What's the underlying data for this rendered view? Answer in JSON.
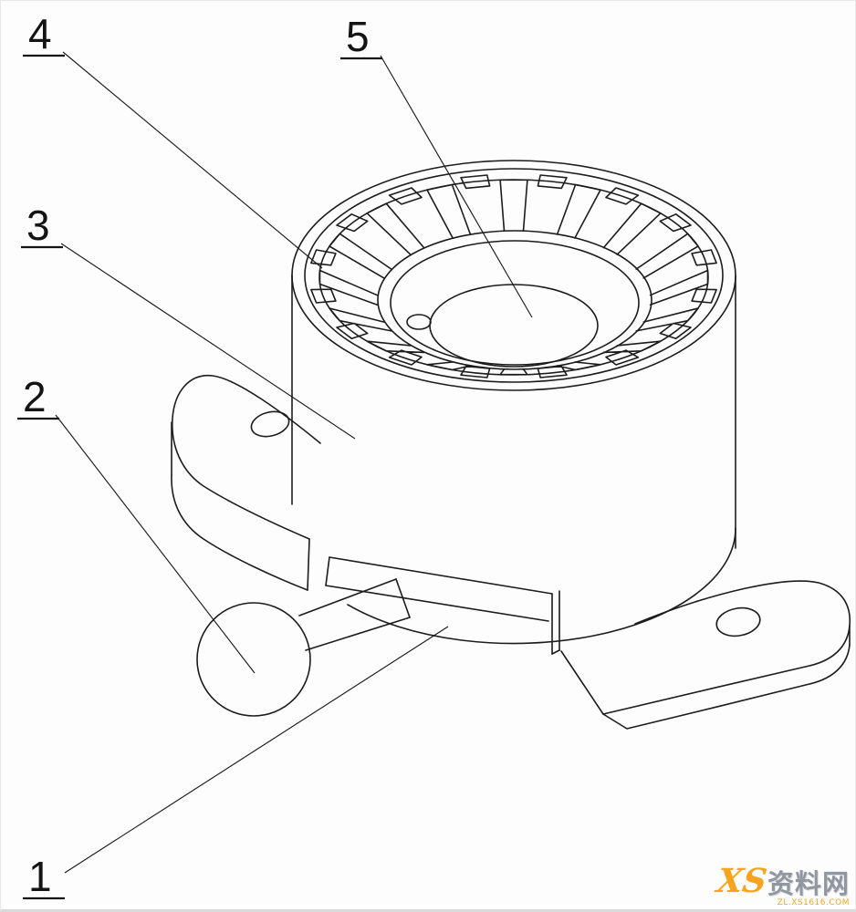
{
  "figure": {
    "labels": [
      {
        "id": "label-4",
        "text": "4"
      },
      {
        "id": "label-5",
        "text": "5"
      },
      {
        "id": "label-3",
        "text": "3"
      },
      {
        "id": "label-2",
        "text": "2"
      },
      {
        "id": "label-1",
        "text": "1"
      }
    ]
  },
  "watermark": {
    "logo_text": "XS",
    "site_name": "资料网",
    "url_text": "ZL.XS1616.COM"
  },
  "colors": {
    "line": "#1c1c1c",
    "watermark_orange": "#f6a41f",
    "watermark_gray": "#9097a0"
  }
}
